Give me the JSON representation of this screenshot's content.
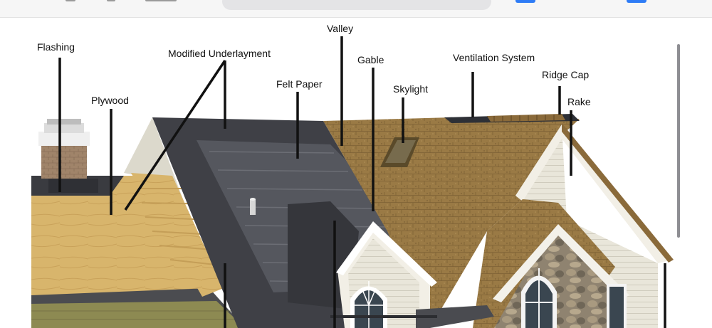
{
  "labels": {
    "flashing": "Flashing",
    "modified_underlayment": "Modified Underlayment",
    "valley": "Valley",
    "gable": "Gable",
    "ventilation_system": "Ventilation System",
    "plywood": "Plywood",
    "felt_paper": "Felt Paper",
    "skylight": "Skylight",
    "ridge_cap": "Ridge Cap",
    "rake": "Rake"
  },
  "colors": {
    "shingle": "#9a7a45",
    "plywood": "#d8b56c",
    "underlayment": "#3f4046",
    "felt": "#55575e",
    "siding": "#e9e6da",
    "browser_accent": "#2f7cf6"
  }
}
